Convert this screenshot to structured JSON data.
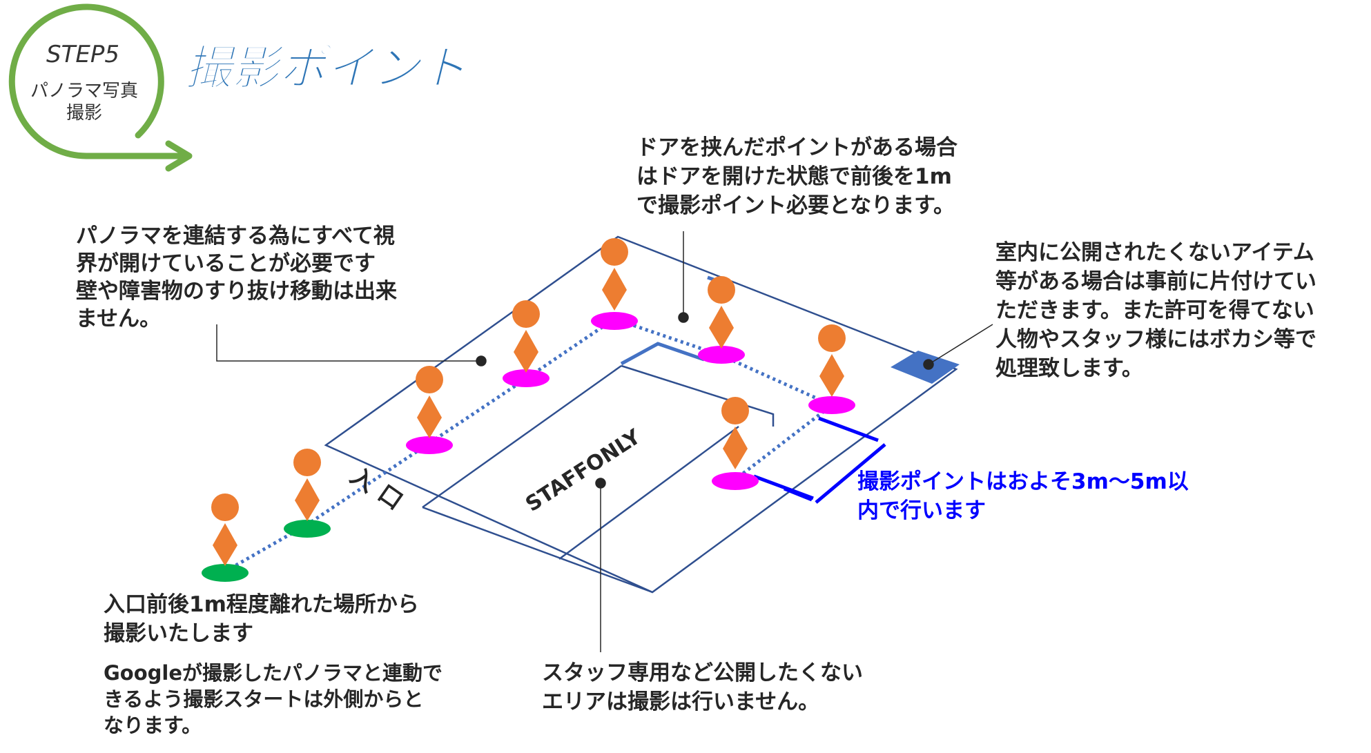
{
  "step": {
    "label": "STEP5",
    "sub_line1": "パノラマ写真",
    "sub_line2": "撮影"
  },
  "title": "撮影ポイント",
  "annotations": {
    "panorama": [
      "パノラマを連結する為にすべて視",
      "界が開けていることが必要です",
      "壁や障害物のすり抜け移動は出来",
      "ません。"
    ],
    "door": [
      "ドアを挟んだポイントがある場合",
      "はドアを開けた状態で前後を1m",
      "で撮影ポイント必要となります。"
    ],
    "privacy": [
      "室内に公開されたくないアイテム",
      "等がある場合は事前に片付けてい",
      "ただきます。また許可を得てない",
      "人物やスタッフ様にはボカシ等で",
      "処理致します。"
    ],
    "spacing": [
      "撮影ポイントはおよそ3m～5m以",
      "内で行います"
    ],
    "entrance_start": [
      "入口前後1m程度離れた場所から",
      "撮影いたします"
    ],
    "google": [
      "Googleが撮影したパノラマと連動で",
      "きるよう撮影スタートは外側からと",
      "なります。"
    ],
    "staff_area": [
      "スタッフ専用など公開したくない",
      "エリアは撮影は行いません。"
    ]
  },
  "floor_labels": {
    "entrance_1": "入",
    "entrance_2": "口",
    "staff_only": "STAFFONLY"
  },
  "colors": {
    "step_circle": "#70ad47",
    "title": "#2e75b6",
    "floor_line": "#2f4f8f",
    "door": "#4472c4",
    "path_dots": "#4472c4",
    "person": "#ed7d31",
    "point_magenta": "#ff00ff",
    "point_green": "#00b050",
    "spacing_bracket": "#0000ff",
    "spacing_text": "#0000ff",
    "privacy_item": "#4472c4",
    "leader_line": "#262626"
  }
}
